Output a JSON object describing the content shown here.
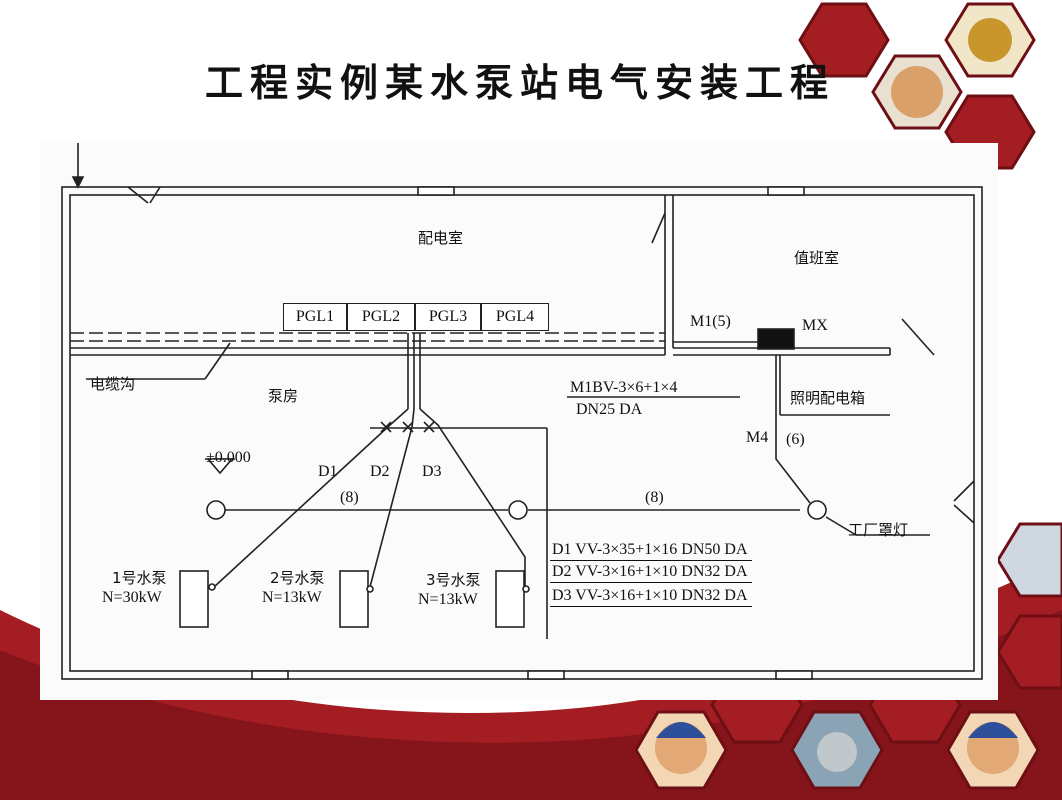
{
  "slide": {
    "title": "工程实例某水泵站电气安装工程",
    "colors": {
      "accent": "#a31d22",
      "dark_accent": "#6d0f14",
      "line": "#222222"
    }
  },
  "plan": {
    "rooms": {
      "distribution_room": "配电室",
      "duty_room": "值班室",
      "pump_room": "泵房"
    },
    "cable_trench_label": "电缆沟",
    "panels": [
      "PGL1",
      "PGL2",
      "PGL3",
      "PGL4"
    ],
    "elevation_mark": "±0.000",
    "lighting": {
      "cable_m1_label": "M1(5)",
      "box_code": "MX",
      "box_name": "照明配电箱",
      "cable_m4_label": "M4",
      "cable_m4_count": "(6)",
      "lamp_label": "工厂罩灯",
      "circuit_count_a": "(8)",
      "circuit_count_b": "(8)",
      "m1_spec_line1": "M1BV-3×6+1×4",
      "m1_spec_line2": "DN25 DA"
    },
    "feeders": [
      "D1",
      "D2",
      "D3"
    ],
    "pumps": [
      {
        "name": "1号水泵",
        "rating": "N=30kW"
      },
      {
        "name": "2号水泵",
        "rating": "N=13kW"
      },
      {
        "name": "3号水泵",
        "rating": "N=13kW"
      }
    ],
    "cable_specs": [
      "D1  VV-3×35+1×16 DN50 DA",
      "D2  VV-3×16+1×10 DN32 DA",
      "D3  VV-3×16+1×10 DN32 DA"
    ]
  }
}
